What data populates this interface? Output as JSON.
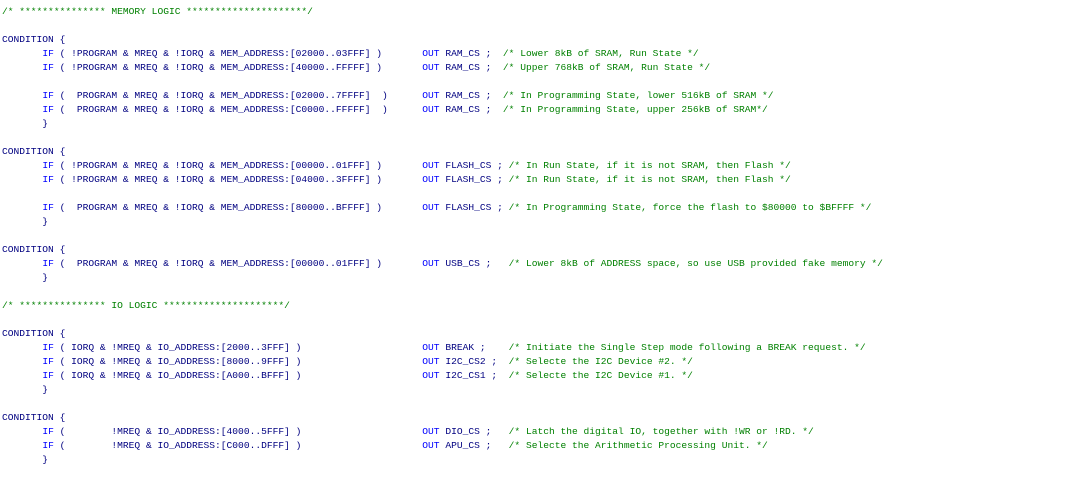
{
  "colors": {
    "background": "#ffffff",
    "code_text": "#000080",
    "keyword": "#0000ff",
    "comment": "#008000"
  },
  "lines": [
    [
      {
        "t": "/* *************** MEMORY LOGIC *********************/",
        "c": "cm"
      }
    ],
    [],
    [
      {
        "t": "CONDITION {",
        "c": "tx"
      }
    ],
    [
      {
        "t": "       ",
        "c": "tx"
      },
      {
        "t": "IF",
        "c": "kw"
      },
      {
        "t": " ( !PROGRAM & MREQ & !IORQ & MEM_ADDRESS:[02000..03FFF] )       ",
        "c": "tx"
      },
      {
        "t": "OUT",
        "c": "kw"
      },
      {
        "t": " RAM_CS ;  ",
        "c": "tx"
      },
      {
        "t": "/* Lower 8kB of SRAM, Run State */",
        "c": "cm"
      }
    ],
    [
      {
        "t": "       ",
        "c": "tx"
      },
      {
        "t": "IF",
        "c": "kw"
      },
      {
        "t": " ( !PROGRAM & MREQ & !IORQ & MEM_ADDRESS:[40000..FFFFF] )       ",
        "c": "tx"
      },
      {
        "t": "OUT",
        "c": "kw"
      },
      {
        "t": " RAM_CS ;  ",
        "c": "tx"
      },
      {
        "t": "/* Upper 768kB of SRAM, Run State */",
        "c": "cm"
      }
    ],
    [],
    [
      {
        "t": "       ",
        "c": "tx"
      },
      {
        "t": "IF",
        "c": "kw"
      },
      {
        "t": " (  PROGRAM & MREQ & !IORQ & MEM_ADDRESS:[02000..7FFFF]  )      ",
        "c": "tx"
      },
      {
        "t": "OUT",
        "c": "kw"
      },
      {
        "t": " RAM_CS ;  ",
        "c": "tx"
      },
      {
        "t": "/* In Programming State, lower 516kB of SRAM */",
        "c": "cm"
      }
    ],
    [
      {
        "t": "       ",
        "c": "tx"
      },
      {
        "t": "IF",
        "c": "kw"
      },
      {
        "t": " (  PROGRAM & MREQ & !IORQ & MEM_ADDRESS:[C0000..FFFFF]  )      ",
        "c": "tx"
      },
      {
        "t": "OUT",
        "c": "kw"
      },
      {
        "t": " RAM_CS ;  ",
        "c": "tx"
      },
      {
        "t": "/* In Programming State, upper 256kB of SRAM*/",
        "c": "cm"
      }
    ],
    [
      {
        "t": "       }",
        "c": "tx"
      }
    ],
    [],
    [
      {
        "t": "CONDITION {",
        "c": "tx"
      }
    ],
    [
      {
        "t": "       ",
        "c": "tx"
      },
      {
        "t": "IF",
        "c": "kw"
      },
      {
        "t": " ( !PROGRAM & MREQ & !IORQ & MEM_ADDRESS:[00000..01FFF] )       ",
        "c": "tx"
      },
      {
        "t": "OUT",
        "c": "kw"
      },
      {
        "t": " FLASH_CS ; ",
        "c": "tx"
      },
      {
        "t": "/* In Run State, if it is not SRAM, then Flash */",
        "c": "cm"
      }
    ],
    [
      {
        "t": "       ",
        "c": "tx"
      },
      {
        "t": "IF",
        "c": "kw"
      },
      {
        "t": " ( !PROGRAM & MREQ & !IORQ & MEM_ADDRESS:[04000..3FFFF] )       ",
        "c": "tx"
      },
      {
        "t": "OUT",
        "c": "kw"
      },
      {
        "t": " FLASH_CS ; ",
        "c": "tx"
      },
      {
        "t": "/* In Run State, if it is not SRAM, then Flash */",
        "c": "cm"
      }
    ],
    [],
    [
      {
        "t": "       ",
        "c": "tx"
      },
      {
        "t": "IF",
        "c": "kw"
      },
      {
        "t": " (  PROGRAM & MREQ & !IORQ & MEM_ADDRESS:[80000..BFFFF] )       ",
        "c": "tx"
      },
      {
        "t": "OUT",
        "c": "kw"
      },
      {
        "t": " FLASH_CS ; ",
        "c": "tx"
      },
      {
        "t": "/* In Programming State, force the flash to $80000 to $BFFFF */",
        "c": "cm"
      }
    ],
    [
      {
        "t": "       }",
        "c": "tx"
      }
    ],
    [],
    [
      {
        "t": "CONDITION {",
        "c": "tx"
      }
    ],
    [
      {
        "t": "       ",
        "c": "tx"
      },
      {
        "t": "IF",
        "c": "kw"
      },
      {
        "t": " (  PROGRAM & MREQ & !IORQ & MEM_ADDRESS:[00000..01FFF] )       ",
        "c": "tx"
      },
      {
        "t": "OUT",
        "c": "kw"
      },
      {
        "t": " USB_CS ;   ",
        "c": "tx"
      },
      {
        "t": "/* Lower 8kB of ADDRESS space, so use USB provided fake memory */",
        "c": "cm"
      }
    ],
    [
      {
        "t": "       }",
        "c": "tx"
      }
    ],
    [],
    [
      {
        "t": "/* *************** IO LOGIC *********************/",
        "c": "cm"
      }
    ],
    [],
    [
      {
        "t": "CONDITION {",
        "c": "tx"
      }
    ],
    [
      {
        "t": "       ",
        "c": "tx"
      },
      {
        "t": "IF",
        "c": "kw"
      },
      {
        "t": " ( IORQ & !MREQ & IO_ADDRESS:[2000..3FFF] )                     ",
        "c": "tx"
      },
      {
        "t": "OUT",
        "c": "kw"
      },
      {
        "t": " BREAK ;    ",
        "c": "tx"
      },
      {
        "t": "/* Initiate the Single Step mode following a BREAK request. */",
        "c": "cm"
      }
    ],
    [
      {
        "t": "       ",
        "c": "tx"
      },
      {
        "t": "IF",
        "c": "kw"
      },
      {
        "t": " ( IORQ & !MREQ & IO_ADDRESS:[8000..9FFF] )                     ",
        "c": "tx"
      },
      {
        "t": "OUT",
        "c": "kw"
      },
      {
        "t": " I2C_CS2 ;  ",
        "c": "tx"
      },
      {
        "t": "/* Selecte the I2C Device #2. */",
        "c": "cm"
      }
    ],
    [
      {
        "t": "       ",
        "c": "tx"
      },
      {
        "t": "IF",
        "c": "kw"
      },
      {
        "t": " ( IORQ & !MREQ & IO_ADDRESS:[A000..BFFF] )                     ",
        "c": "tx"
      },
      {
        "t": "OUT",
        "c": "kw"
      },
      {
        "t": " I2C_CS1 ;  ",
        "c": "tx"
      },
      {
        "t": "/* Selecte the I2C Device #1. */",
        "c": "cm"
      }
    ],
    [
      {
        "t": "       }",
        "c": "tx"
      }
    ],
    [],
    [
      {
        "t": "CONDITION {",
        "c": "tx"
      }
    ],
    [
      {
        "t": "       ",
        "c": "tx"
      },
      {
        "t": "IF",
        "c": "kw"
      },
      {
        "t": " (        !MREQ & IO_ADDRESS:[4000..5FFF] )                     ",
        "c": "tx"
      },
      {
        "t": "OUT",
        "c": "kw"
      },
      {
        "t": " DIO_CS ;   ",
        "c": "tx"
      },
      {
        "t": "/* Latch the digital IO, together with !WR or !RD. */",
        "c": "cm"
      }
    ],
    [
      {
        "t": "       ",
        "c": "tx"
      },
      {
        "t": "IF",
        "c": "kw"
      },
      {
        "t": " (        !MREQ & IO_ADDRESS:[C000..DFFF] )                     ",
        "c": "tx"
      },
      {
        "t": "OUT",
        "c": "kw"
      },
      {
        "t": " APU_CS ;   ",
        "c": "tx"
      },
      {
        "t": "/* Selecte the Arithmetic Processing Unit. */",
        "c": "cm"
      }
    ],
    [
      {
        "t": "       }",
        "c": "tx"
      }
    ]
  ]
}
